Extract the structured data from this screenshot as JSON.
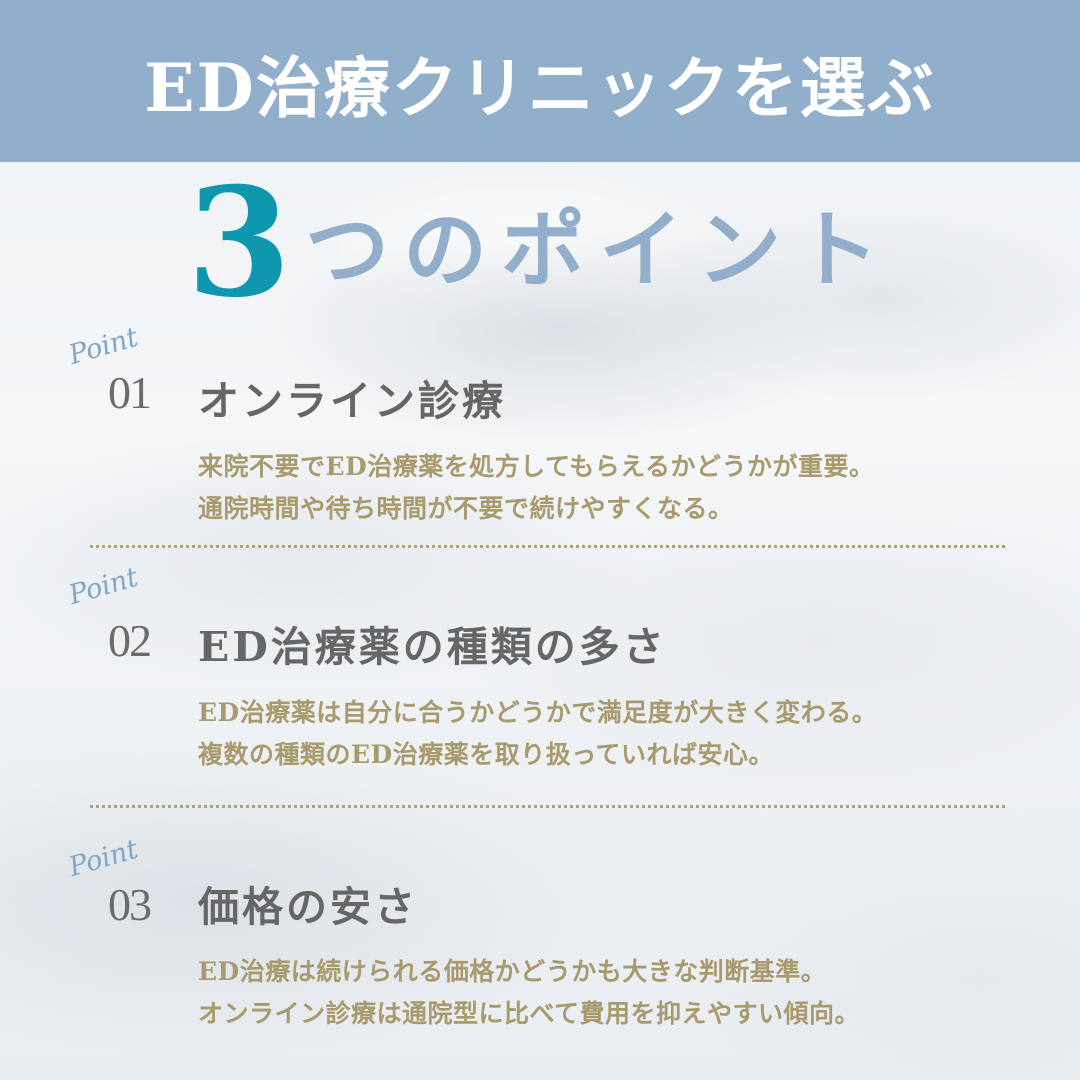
{
  "header": {
    "title": "ED治療クリニックを選ぶ",
    "background_color": "#91aecb"
  },
  "hero": {
    "number": "3",
    "text": "つのポイント",
    "number_color": "#0e97ae",
    "text_color": "#93aecb"
  },
  "points": [
    {
      "label": "Point",
      "number": "01",
      "title": "オンライン診療",
      "body": [
        "来院不要でED治療薬を処方してもらえるかどうかが重要。",
        "通院時間や待ち時間が不要で続けやすくなる。"
      ]
    },
    {
      "label": "Point",
      "number": "02",
      "title": "ED治療薬の種類の多さ",
      "body": [
        "ED治療薬は自分に合うかどうかで満足度が大きく変わる。",
        "複数の種類のED治療薬を取り扱っていれば安心。"
      ]
    },
    {
      "label": "Point",
      "number": "03",
      "title": "価格の安さ",
      "body": [
        "ED治療は続けられる価格かどうかも大きな判断基準。",
        "オンライン診療は通院型に比べて費用を抑えやすい傾向。"
      ]
    }
  ],
  "colors": {
    "heading": "#666666",
    "body": "#a89a6c",
    "point_label": "#7ea6c6",
    "divider": "#a89a6c"
  }
}
